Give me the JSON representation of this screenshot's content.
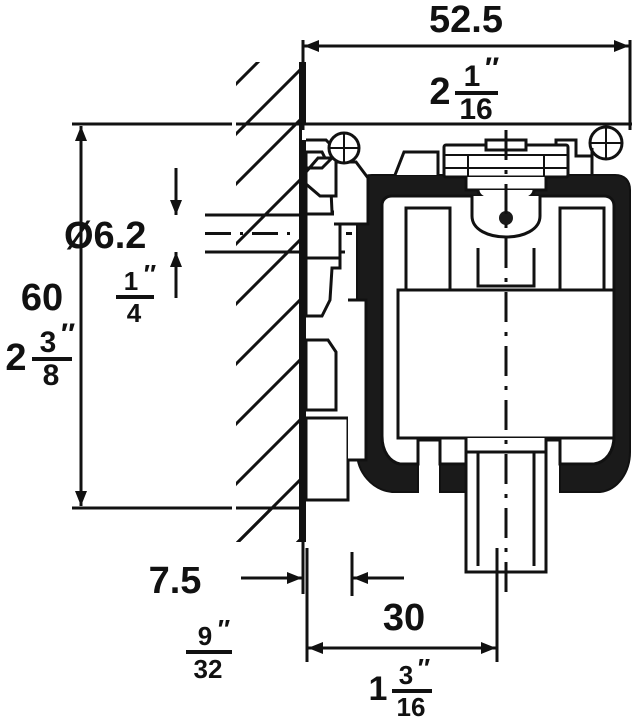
{
  "drawing": {
    "title": "Technical dimension drawing - sliding door roller fitting (section view)",
    "units_primary": "mm",
    "units_secondary": "inch",
    "line_color": "#111111",
    "fill_color": "#1a1a1a",
    "background": "#ffffff"
  },
  "dimensions": {
    "width_top": {
      "name": "overall-depth",
      "mm": "52.5",
      "inch_whole": "2",
      "inch_num": "1",
      "inch_den": "16",
      "inch_mark": "″"
    },
    "height_left": {
      "name": "overall-height",
      "mm": "60",
      "inch_whole": "2",
      "inch_num": "3",
      "inch_den": "8",
      "inch_mark": "″"
    },
    "hole_diameter": {
      "name": "bore-diameter",
      "mm": "Ø6.2",
      "inch_whole": "",
      "inch_num": "1",
      "inch_den": "4",
      "inch_mark": "″"
    },
    "wall_thickness": {
      "name": "wall-thickness",
      "mm": "7.5",
      "inch_whole": "",
      "inch_num": "9",
      "inch_den": "32",
      "inch_mark": "″"
    },
    "offset_bottom": {
      "name": "body-offset",
      "mm": "30",
      "inch_whole": "1",
      "inch_num": "3",
      "inch_den": "16",
      "inch_mark": "″"
    }
  }
}
